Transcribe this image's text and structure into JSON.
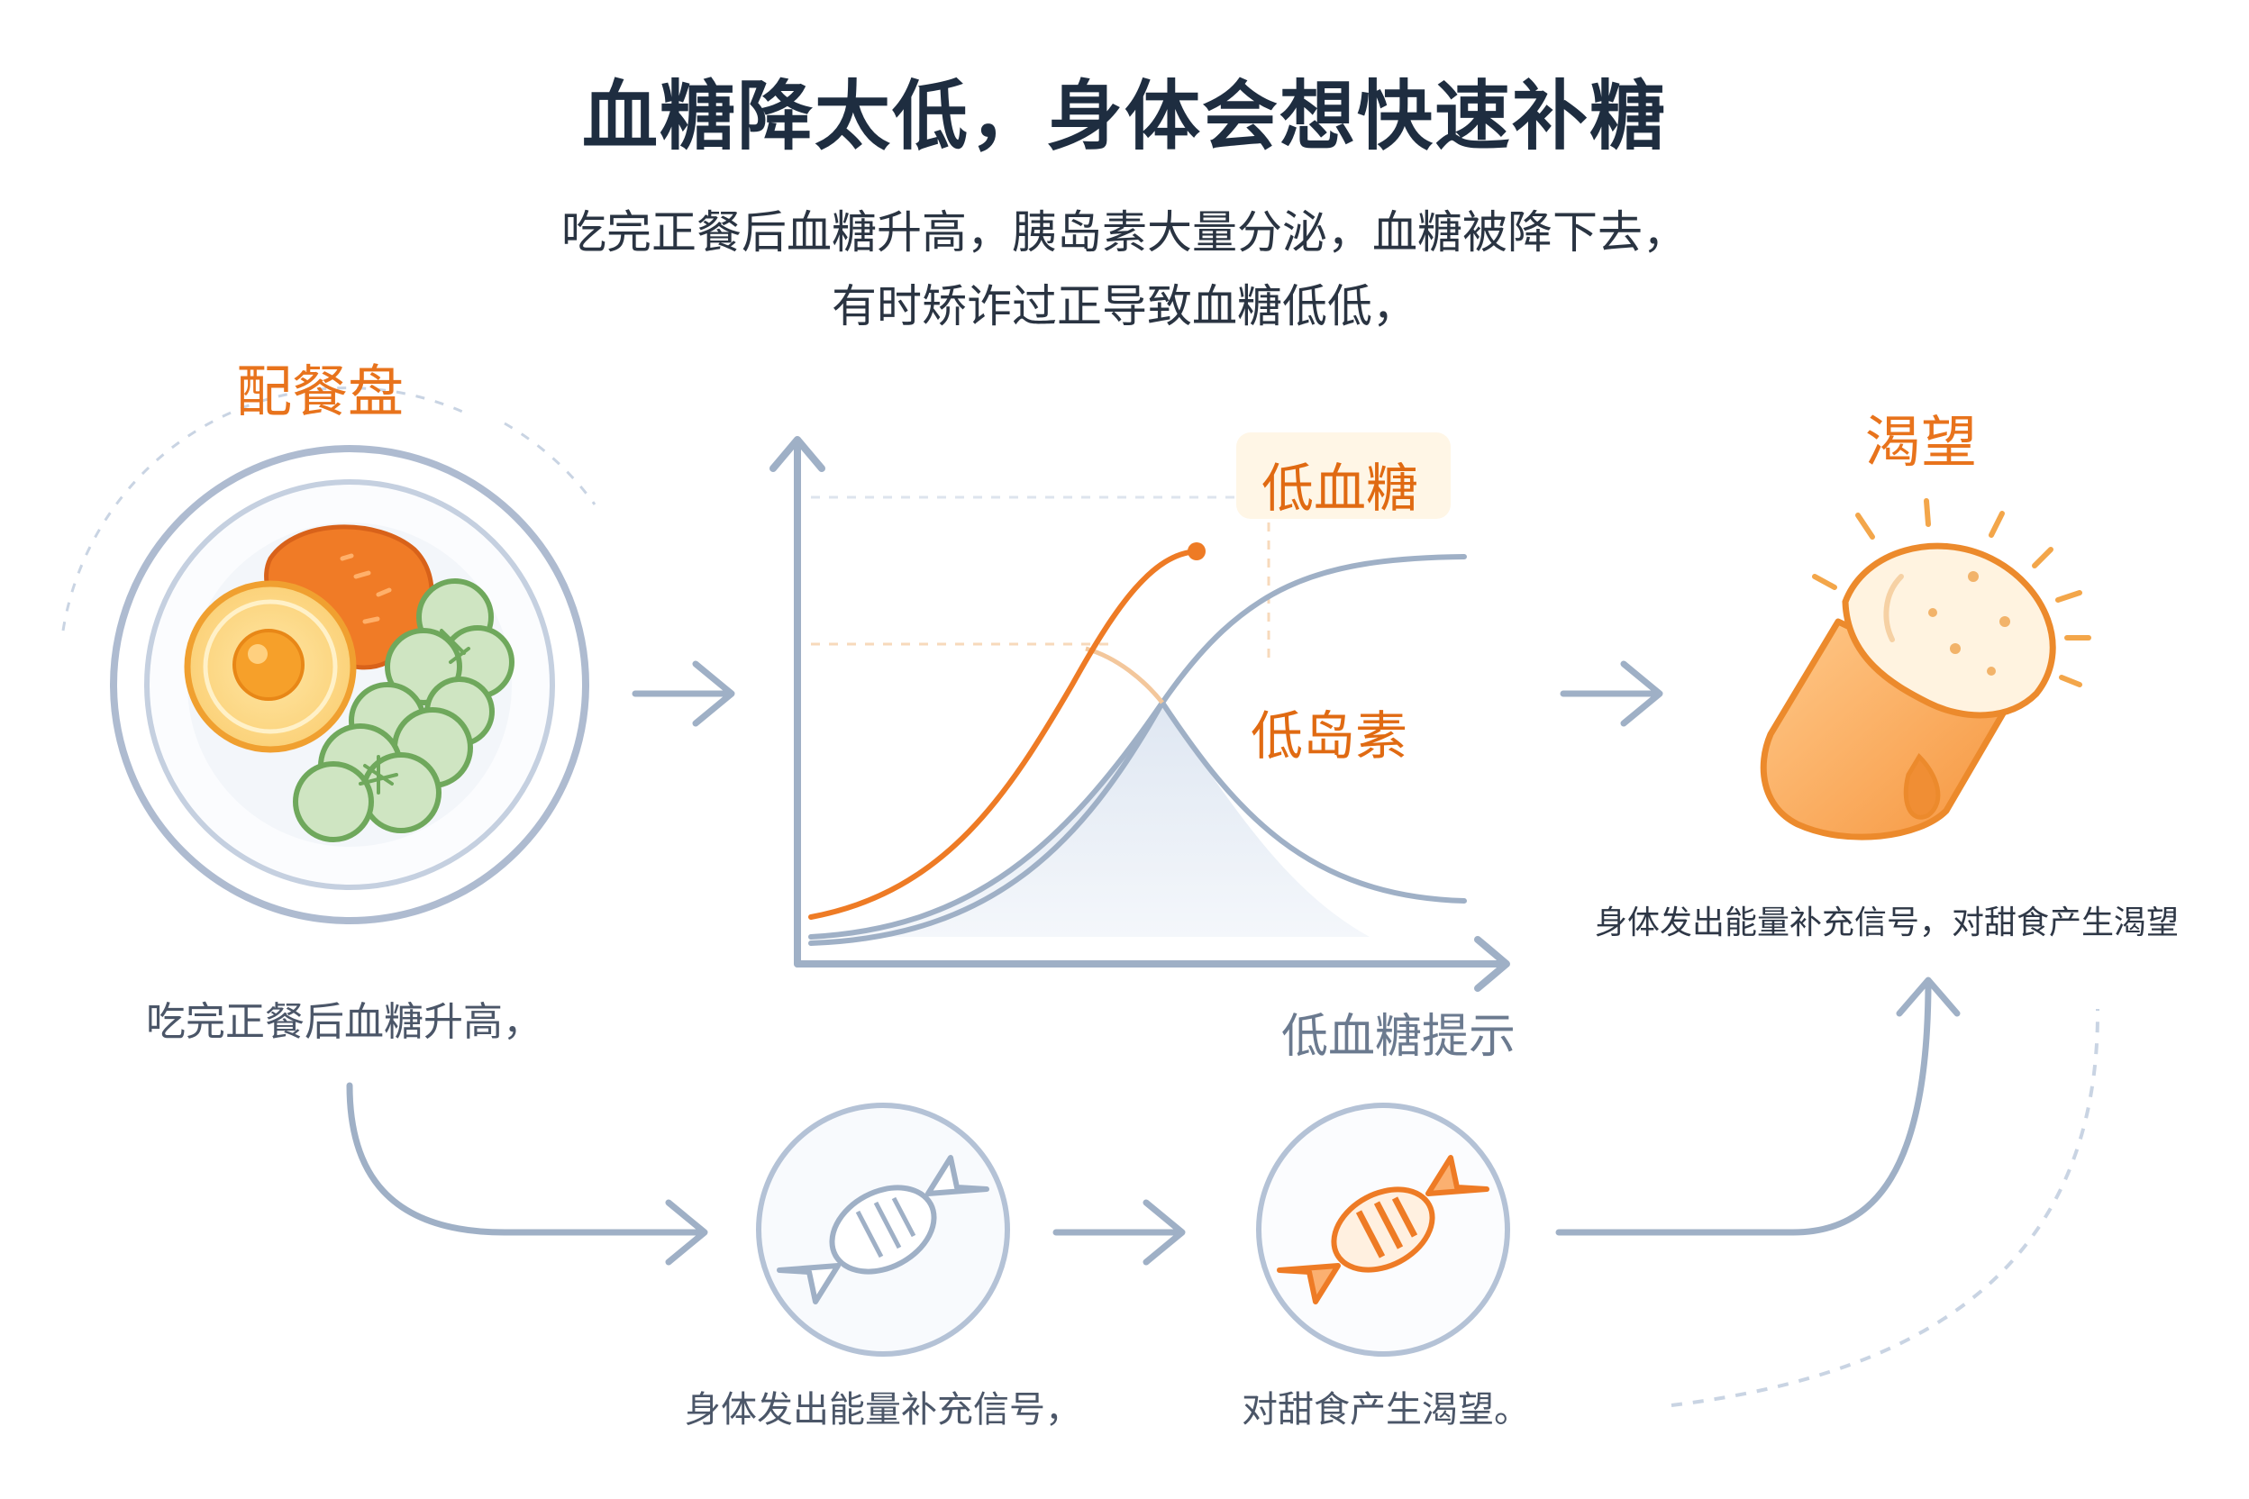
{
  "title": "血糖降太低，身体会想快速补糖",
  "subtitle": {
    "line1": "吃完正餐后血糖升高，胰岛素大量分泌，血糖被降下去，",
    "line2": "有时矫诈过正导致血糖低低，"
  },
  "plate": {
    "title": "配餐盘",
    "caption": "吃完正餐后血糖升高，",
    "icon": "meal-plate-icon"
  },
  "graph": {
    "label_high": "低血糖",
    "label_low": "低岛素",
    "axis_caption": "低血糖提示"
  },
  "craving": {
    "title": "渴望",
    "caption": "身体发出能量补充信号，对甜食产生渴望",
    "icon": "ice-cream-icon"
  },
  "steps": [
    {
      "caption": "身体发出能量补充信号，",
      "icon": "candy-icon",
      "color": "#9fb0c6"
    },
    {
      "caption": "对甜食产生渴望。",
      "icon": "candy-icon",
      "color": "#ee8a3c"
    }
  ],
  "colors": {
    "accent": "#e8731c",
    "line_blue": "#9fb0c6",
    "text_dark": "#1e2d40"
  }
}
